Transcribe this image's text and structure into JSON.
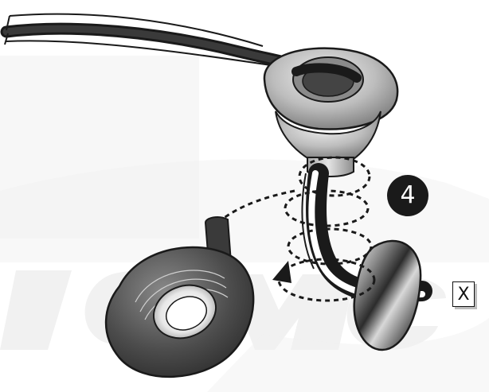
{
  "step": {
    "number": "4"
  },
  "close": {
    "label": "X"
  },
  "icons": {
    "step_badge": "step-number-badge",
    "rotate_arrow": "rotation-arrow-icon",
    "close": "close-icon"
  },
  "colors": {
    "watermark": "#f0f0f0",
    "outline": "#1a1a1a",
    "badge": "#1a1a1a",
    "grommet": "#b9b9b9",
    "tape": "#4a4a4a"
  }
}
